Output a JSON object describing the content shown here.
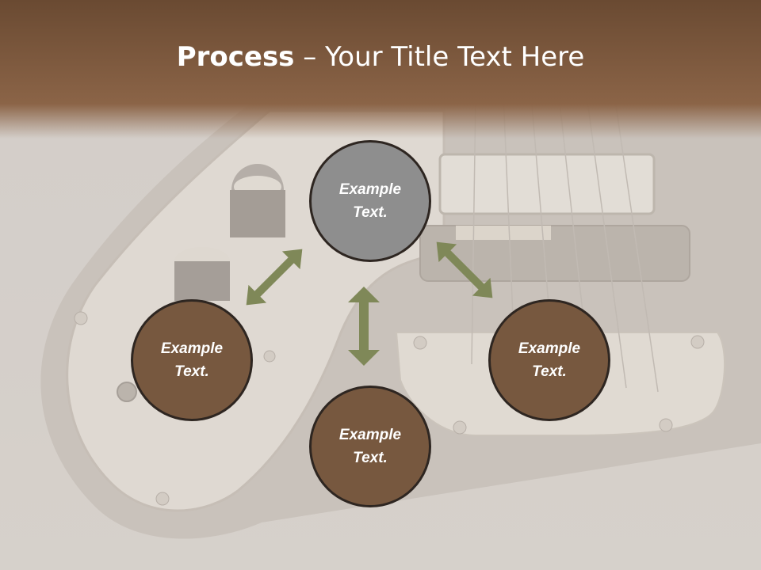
{
  "title": {
    "bold": "Process",
    "rest": " – Your Title Text Here"
  },
  "colors": {
    "header": "#8a6446",
    "node_gray": "#8e8e8e",
    "node_brown": "#77583f",
    "arrow": "#7f8858"
  },
  "nodes": {
    "top": {
      "line1": "Example",
      "line2": "Text."
    },
    "left": {
      "line1": "Example",
      "line2": "Text."
    },
    "right": {
      "line1": "Example",
      "line2": "Text."
    },
    "bottom": {
      "line1": "Example",
      "line2": "Text."
    }
  }
}
